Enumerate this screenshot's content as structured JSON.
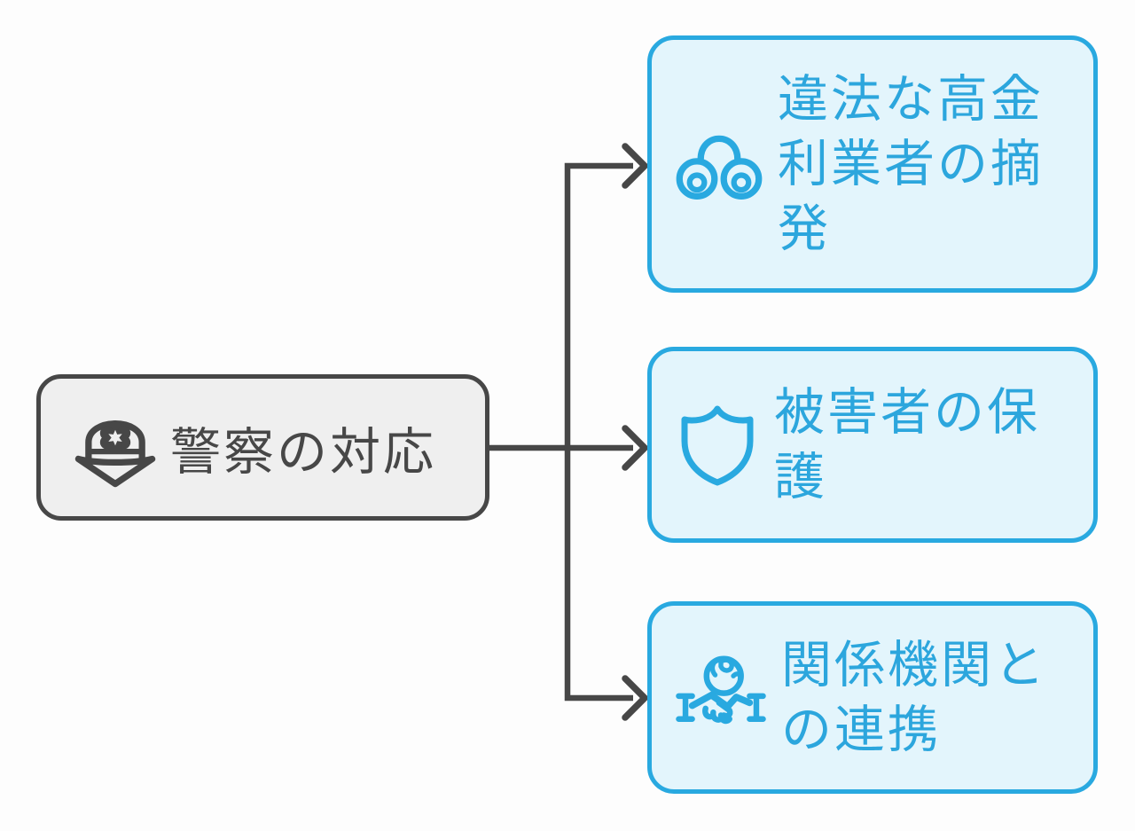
{
  "diagram": {
    "type": "mindmap",
    "root": {
      "id": "root",
      "label": "警察の対応",
      "icon": "police-helmet-icon"
    },
    "children": [
      {
        "id": "c1",
        "label": "違法な高金利業者の摘発",
        "icon": "handcuffs-icon"
      },
      {
        "id": "c2",
        "label": "被害者の保護",
        "icon": "shield-icon"
      },
      {
        "id": "c3",
        "label": "関係機関との連携",
        "icon": "handshake-globe-icon"
      }
    ],
    "edges": [
      {
        "from": "root",
        "to": "c1"
      },
      {
        "from": "root",
        "to": "c2"
      },
      {
        "from": "root",
        "to": "c3"
      }
    ],
    "colors": {
      "background": "#fdfdfd",
      "root_border": "#474747",
      "root_fill": "#efefef",
      "root_text": "#474747",
      "branch_border": "#29a9e0",
      "branch_fill": "#e3f5fc",
      "branch_text": "#2ca6dd",
      "connector": "#474747"
    }
  }
}
